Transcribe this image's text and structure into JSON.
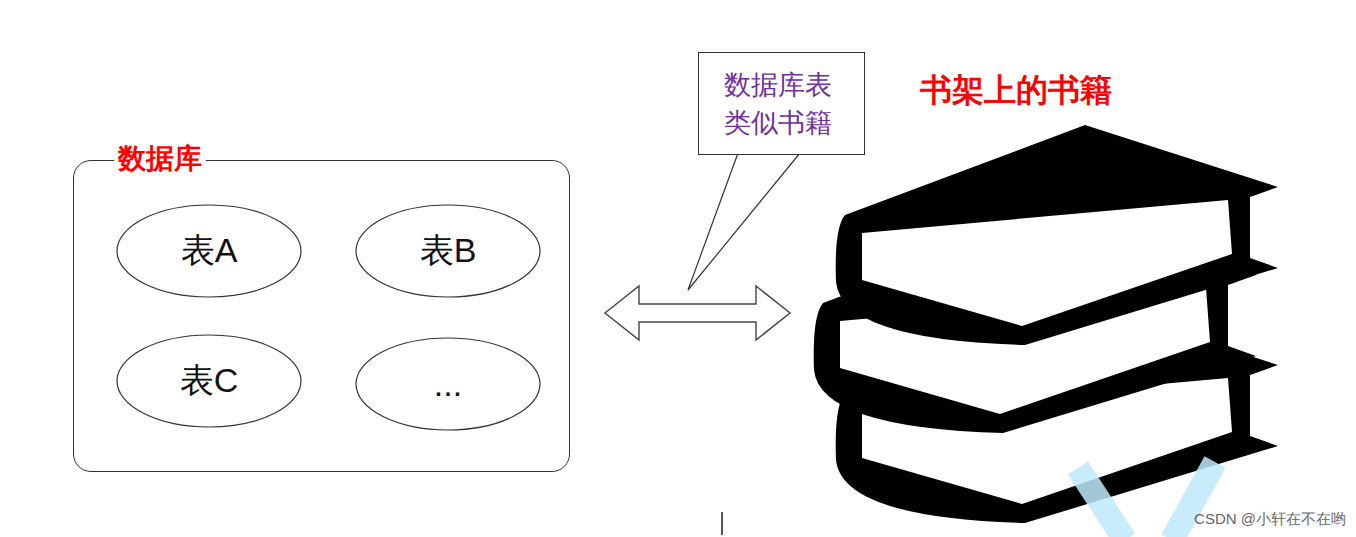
{
  "diagram": {
    "nodes": [
      {
        "text": [
          "数据库"
        ]
      },
      {
        "text": [
          "表A"
        ],
        "in": 0
      },
      {
        "text": [
          "表B"
        ],
        "in": 0
      },
      {
        "text": [
          "表C"
        ],
        "in": 0
      },
      {
        "text": [
          "..."
        ],
        "in": 0
      },
      {
        "text": [
          "数据库表 类似书籍"
        ]
      },
      {
        "text": [
          "书架上的书籍"
        ]
      }
    ],
    "edges": [
      {
        "from": 0,
        "to": 6,
        "arrow": "both"
      }
    ],
    "labels": [
      "CSDN @小轩在不在哟"
    ]
  }
}
